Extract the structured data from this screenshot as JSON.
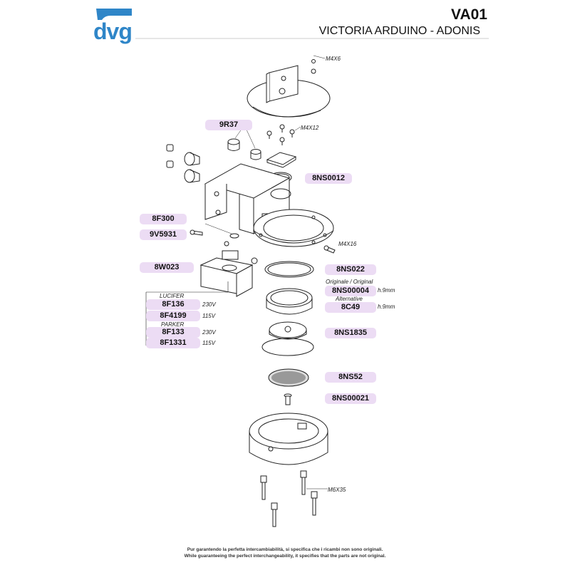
{
  "header": {
    "logo": "dvg",
    "logo_color": "#2f86c8",
    "code": "VA01",
    "subtitle": "VICTORIA ARDUINO - ADONIS"
  },
  "screws": {
    "top": "M4X6",
    "plate": "M4X12",
    "flange": "M4X16",
    "bottom": "M6X35"
  },
  "parts": {
    "p9R37": "9R37",
    "p8NS0012": "8NS0012",
    "p8F300": "8F300",
    "p9V5931": "9V5931",
    "p8W023": "8W023",
    "p8NS022": "8NS022",
    "p8NS00004": "8NS00004",
    "p8C49": "8C49",
    "p8NS1835": "8NS1835",
    "p8NS52": "8NS52",
    "p8NS00021": "8NS00021",
    "p8F136": "8F136",
    "p8F4199": "8F4199",
    "p8F133": "8F133",
    "p8F1331": "8F1331"
  },
  "labels": {
    "original": "Originale / Original",
    "alternative": "Alternative",
    "h9mm_a": "h.9mm",
    "h9mm_b": "h.9mm",
    "lucifer": "LUCIFER",
    "parker": "PARKER",
    "v230_a": "230V",
    "v115_a": "115V",
    "v230_b": "230V",
    "v115_b": "115V"
  },
  "highlight_color": "#ecdcf4",
  "footer": {
    "line1": "Pur garantendo la perfetta intercambiabilità, si specifica che i ricambi non sono originali.",
    "line2": "While guaranteeing the perfect interchangeability, it specifies that the parts are not original."
  }
}
